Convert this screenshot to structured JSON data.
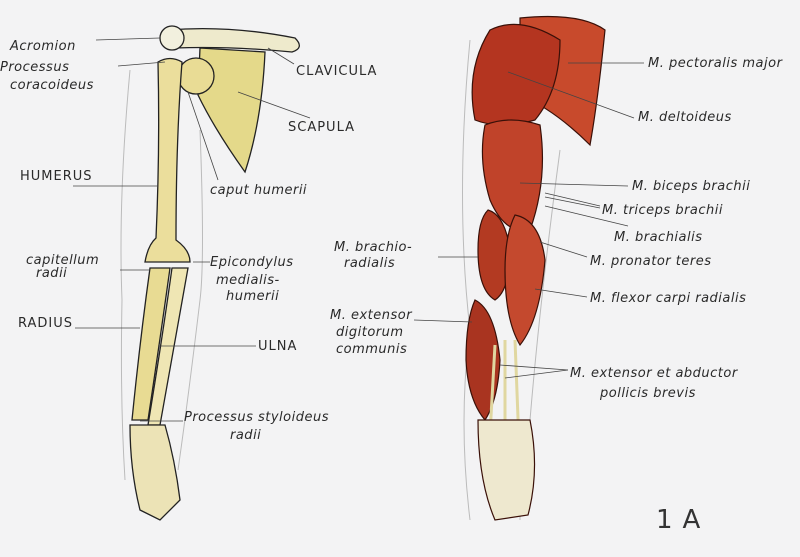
{
  "skeleton_labels": {
    "acromion": "Acromion",
    "processus_coracoideus": [
      "Processus",
      "coracoideus"
    ],
    "clavicula": "CLAVICULA",
    "scapula": "SCAPULA",
    "humerus": "HUMERUS",
    "caput_humerii": "caput humerii",
    "capitellum_radii": [
      "capitellum",
      "radii"
    ],
    "epicondylus": [
      "Epicondylus",
      "medialis-",
      "humerii"
    ],
    "radius": "RADIUS",
    "ulna": "ULNA",
    "processus_styloideus": [
      "Processus styloideus",
      "radii"
    ]
  },
  "muscle_labels": {
    "pectoralis": "M. pectoralis major",
    "deltoideus": "M. deltoideus",
    "biceps": "M. biceps brachii",
    "triceps": "M. triceps brachii",
    "brachialis": "M. brachialis",
    "pronator": "M. pronator teres",
    "flexor": "M. flexor carpi radialis",
    "brachioradialis": [
      "M. brachio-",
      "radialis"
    ],
    "extensor_digitorum": [
      "M. extensor",
      "digitorum",
      "communis"
    ],
    "extensor_pollicis": [
      "M. extensor et abductor",
      "pollicis brevis"
    ]
  },
  "page_number": "1A",
  "colors": {
    "bone": "#e8dc9a",
    "bone_shade": "#c9b04a",
    "muscle": "#b8371f",
    "muscle_dark": "#7a1d10",
    "paper": "#f3f3f4"
  }
}
